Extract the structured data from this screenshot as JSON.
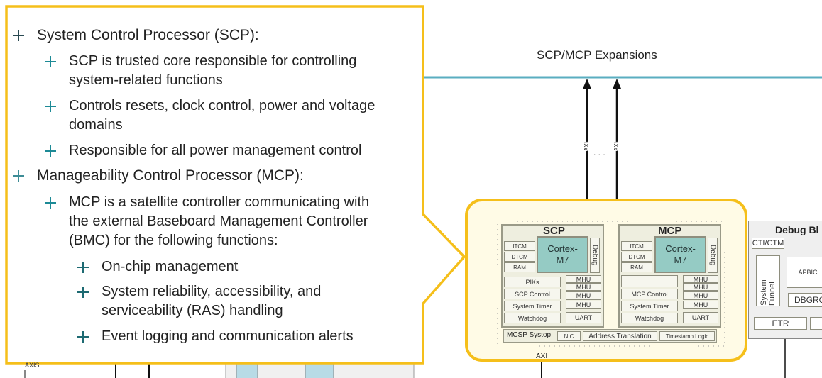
{
  "callout": {
    "border_color": "#f5bf1a",
    "bullets": [
      {
        "level": 0,
        "text": "System Control Processor (SCP):"
      },
      {
        "level": 1,
        "text": "SCP is trusted core responsible for controlling system-related functions"
      },
      {
        "level": 1,
        "text": "Controls resets, clock control, power and voltage domains"
      },
      {
        "level": 1,
        "text": "Responsible for all power management control"
      },
      {
        "level": 0,
        "text": "Manageability Control Processor (MCP):"
      },
      {
        "level": 1,
        "text": "MCP is a satellite controller communicating with the external Baseboard Management Controller (BMC) for the following functions:"
      },
      {
        "level": 2,
        "text": "On-chip management"
      },
      {
        "level": 2,
        "text": "System reliability, accessibility, and serviceability (RAS) handling"
      },
      {
        "level": 2,
        "text": "Event logging and communication alerts"
      }
    ],
    "lines": {
      "b0": "System Control Processor (SCP):",
      "b1a": "SCP is trusted core responsible for controlling",
      "b1b": "system-related functions",
      "b2a": "Controls resets, clock control, power and voltage",
      "b2b": "domains",
      "b3": "Responsible for all power management control",
      "b4": "Manageability Control Processor (MCP):",
      "b5a": "MCP is a satellite controller communicating with",
      "b5b": "the external Baseboard Management Controller",
      "b5c": "(BMC) for the following functions:",
      "b6": "On-chip management",
      "b7a": "System reliability, accessibility, and",
      "b7b": "serviceability (RAS) handling",
      "b8": "Event logging and communication alerts"
    }
  },
  "diagram": {
    "expansion_bus_label": "SCP/MCP Expansions",
    "bus_color": "#5aaec0",
    "axi_label": "AXI",
    "ellipsis": ". . .",
    "highlight_color": "#f5bf1a",
    "highlight_fill": "#fffbe6",
    "scp": {
      "title": "SCP",
      "core": "Cortex-M7",
      "core_l1": "Cortex-",
      "core_l2": "M7",
      "debug": "Debug",
      "mem": [
        "ITCM",
        "DTCM",
        "RAM"
      ],
      "blocks": [
        "PIKs",
        "SCP Control",
        "System Timer",
        "Watchdog"
      ],
      "mhu": [
        "MHU",
        "MHU",
        "MHU",
        "MHU"
      ],
      "uart": "UART"
    },
    "mcp": {
      "title": "MCP",
      "core": "Cortex-M7",
      "core_l1": "Cortex-",
      "core_l2": "M7",
      "debug": "Debug",
      "mem": [
        "ITCM",
        "DTCM",
        "RAM"
      ],
      "blocks": [
        "",
        "MCP Control",
        "System Timer",
        "Watchdog"
      ],
      "mhu": [
        "MHU",
        "MHU",
        "MHU",
        "MHU"
      ],
      "uart": "UART"
    },
    "systop": {
      "label": "MCSP Systop",
      "nic": "NIC",
      "addr": "Address Translation",
      "ts": "Timestamp Logic"
    },
    "debug_block": {
      "title": "Debug Bl",
      "cti": "CTI/CTM",
      "funnel": "System Funnel",
      "apbic": "APBIC",
      "dbgrom": "DBGRO",
      "etr": "ETR"
    },
    "bottom_axi_label": "AXI",
    "left_axis_label": "AXIS"
  }
}
